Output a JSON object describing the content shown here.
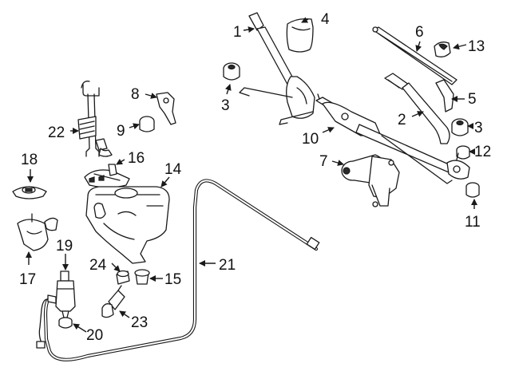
{
  "diagram": {
    "callouts": [
      "1",
      "2",
      "3",
      "3",
      "4",
      "5",
      "6",
      "7",
      "8",
      "9",
      "10",
      "11",
      "12",
      "13",
      "14",
      "15",
      "16",
      "17",
      "18",
      "19",
      "20",
      "21",
      "22",
      "23",
      "24"
    ]
  }
}
